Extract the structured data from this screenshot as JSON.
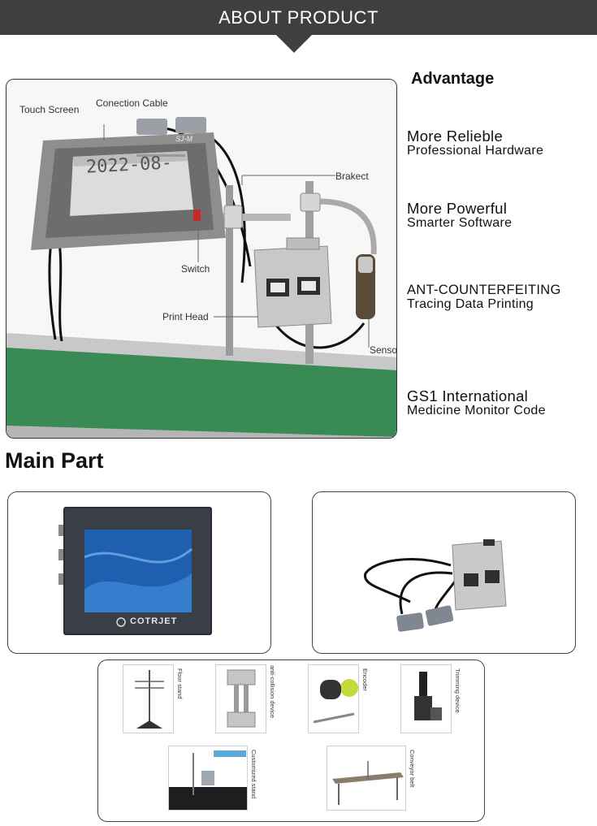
{
  "banner": {
    "title": "ABOUT PRODUCT"
  },
  "hero": {
    "callouts": {
      "touch_screen": "Touch Screen",
      "connection_cable": "Conection Cable",
      "bracket": "Brakect",
      "switch": "Switch",
      "print_head": "Print Head",
      "sensor": "Sensor"
    },
    "screen_text": "2022-08-",
    "model_label": "SJ-M"
  },
  "advantage": {
    "heading": "Advantage",
    "items": [
      {
        "title": "More Relieble",
        "subtitle": "Professional Hardware"
      },
      {
        "title": "More Powerful",
        "subtitle": "Smarter Software"
      },
      {
        "title": "ANT-COUNTERFEITING",
        "subtitle": "Tracing Data Printing"
      },
      {
        "title": "GS1 International",
        "subtitle": "Medicine Monitor Code"
      }
    ]
  },
  "main_part": {
    "heading": "Main Part",
    "controller_brand": "COTRJET"
  },
  "accessories": [
    {
      "label": "Floor stand"
    },
    {
      "label": "anti-collision device"
    },
    {
      "label": "Encoder"
    },
    {
      "label": "Trimming device"
    },
    {
      "label": "Customized stand"
    },
    {
      "label": "Conveyor belt"
    }
  ],
  "colors": {
    "banner": "#3f3f3f",
    "conveyor": "#3a8a55",
    "screen_blue": "#1f5fb0"
  }
}
